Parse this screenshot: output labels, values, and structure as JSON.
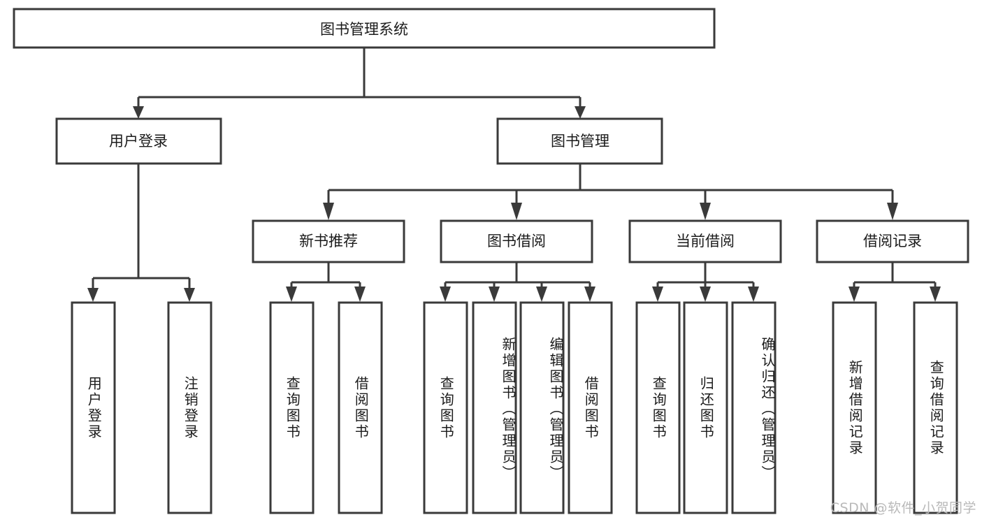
{
  "diagram": {
    "type": "tree-hierarchy-flowchart",
    "root": {
      "label": "图书管理系统"
    },
    "level2": [
      {
        "label": "用户登录"
      },
      {
        "label": "图书管理"
      }
    ],
    "level3": [
      {
        "label": "新书推荐"
      },
      {
        "label": "图书借阅"
      },
      {
        "label": "当前借阅"
      },
      {
        "label": "借阅记录"
      }
    ],
    "leaves": {
      "user_login": [
        {
          "label": "用户登录"
        },
        {
          "label": "注销登录"
        }
      ],
      "new_book_recommend": [
        {
          "label": "查询图书"
        },
        {
          "label": "借阅图书"
        }
      ],
      "book_borrow": [
        {
          "label": "查询图书"
        },
        {
          "label": "新增图书（管理员）"
        },
        {
          "label": "编辑图书（管理员）"
        },
        {
          "label": "借阅图书"
        }
      ],
      "current_borrow": [
        {
          "label": "查询图书"
        },
        {
          "label": "归还图书"
        },
        {
          "label": "确认归还（管理员）"
        }
      ],
      "borrow_records": [
        {
          "label": "新增借阅记录"
        },
        {
          "label": "查询借阅记录"
        }
      ]
    }
  },
  "watermark": {
    "text": "CSDN @软件_小贺同学"
  },
  "colors": {
    "background": "#ffffff",
    "box_fill": "#ffffff",
    "box_stroke": "#3a3a3a",
    "text": "#1b1b1b",
    "watermark": "#b9b9b9"
  }
}
